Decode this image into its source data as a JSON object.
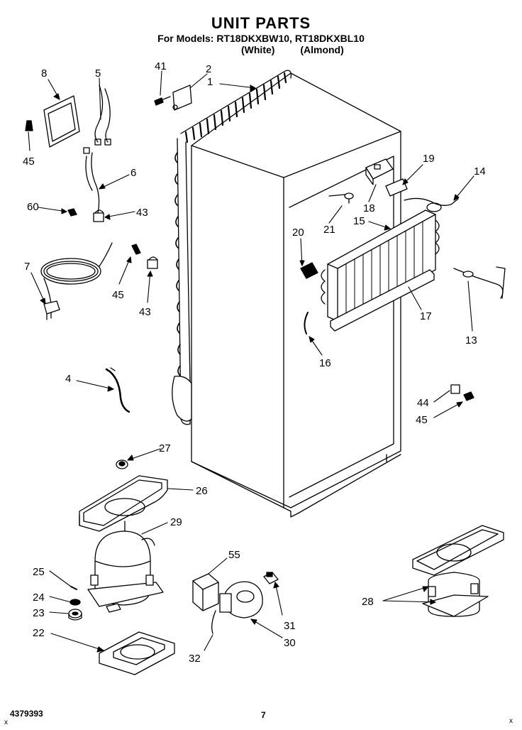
{
  "header": {
    "title": "UNIT PARTS",
    "models": "For Models: RT18DKXBW10, RT18DKXBL10",
    "color_white": "(White)",
    "color_almond": "(Almond)"
  },
  "callouts": [
    "1",
    "2",
    "41",
    "5",
    "8",
    "45",
    "6",
    "60",
    "43",
    "7",
    "45",
    "43",
    "4",
    "19",
    "14",
    "18",
    "21",
    "15",
    "20",
    "17",
    "13",
    "16",
    "44",
    "45",
    "27",
    "26",
    "29",
    "25",
    "24",
    "23",
    "22",
    "55",
    "31",
    "30",
    "32",
    "28"
  ],
  "footer": {
    "doc_number": "4379393",
    "page_number": "7",
    "corner_mark": "x"
  }
}
